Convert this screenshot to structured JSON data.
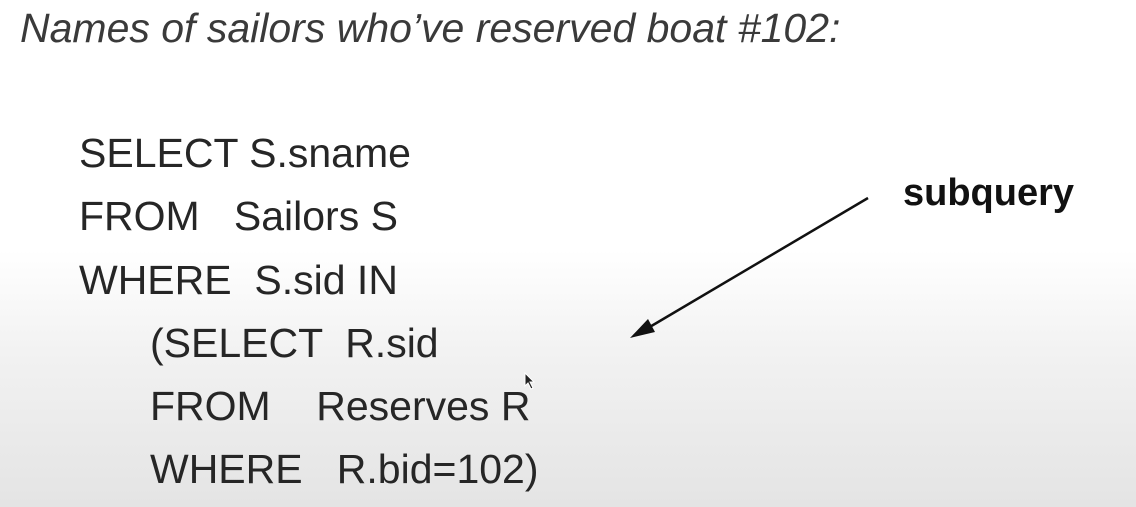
{
  "heading": "Names of sailors who’ve reserved boat #102:",
  "query": {
    "lines": [
      "SELECT S.sname",
      "FROM   Sailors S",
      "WHERE  S.sid IN",
      "(SELECT  R.sid",
      "FROM    Reserves R",
      "WHERE   R.bid=102)"
    ]
  },
  "annotation": {
    "label": "subquery"
  }
}
